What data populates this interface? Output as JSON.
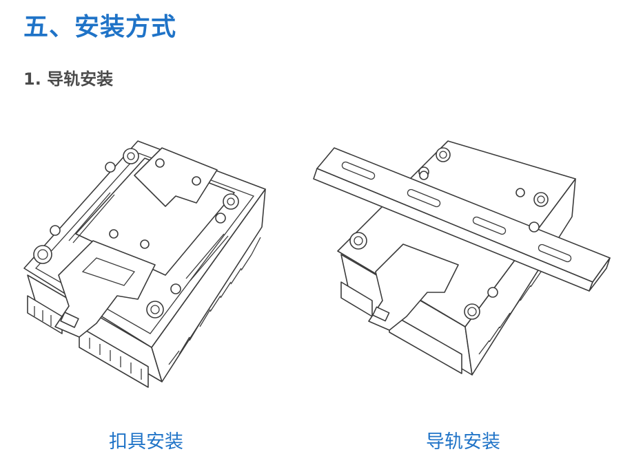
{
  "section": {
    "title": "五、安装方式"
  },
  "subsection": {
    "title": "1. 导轨安装"
  },
  "figures": [
    {
      "caption": "扣具安装",
      "image": "device-with-clip-illustration"
    },
    {
      "caption": "导轨安装",
      "image": "device-on-din-rail-illustration"
    }
  ],
  "colors": {
    "accent": "#1f73c7",
    "subtitle": "#4a4a4a",
    "line": "#3a3a3a"
  }
}
